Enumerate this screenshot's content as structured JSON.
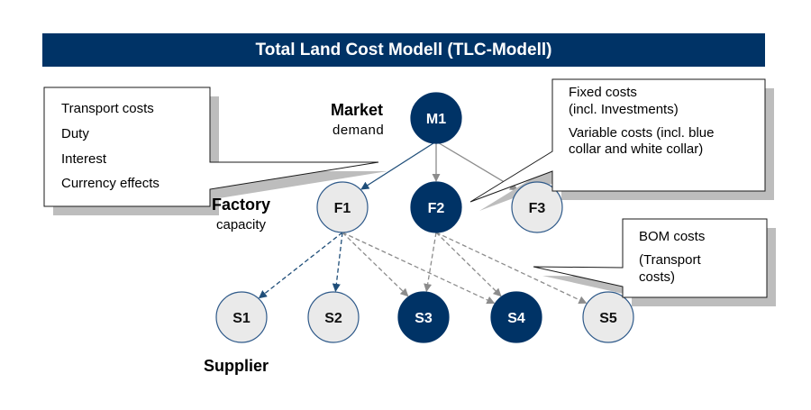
{
  "title": "Total Land Cost Modell (TLC-Modell)",
  "colors": {
    "dark_node": "#003366",
    "light_node": "#eaeaea",
    "node_border": "#2f5a8a",
    "arrow_blue": "#1f4e79",
    "arrow_gray": "#8c8c8c",
    "shadow": "#bdbdbd",
    "title_bg": "#003366"
  },
  "levels": {
    "market": {
      "title": "Market",
      "subtitle": "demand"
    },
    "factory": {
      "title": "Factory",
      "subtitle": "capacity"
    },
    "supplier": {
      "title": "Supplier"
    }
  },
  "nodes": [
    {
      "id": "M1",
      "style": "dark"
    },
    {
      "id": "F1",
      "style": "light"
    },
    {
      "id": "F2",
      "style": "dark"
    },
    {
      "id": "F3",
      "style": "light"
    },
    {
      "id": "S1",
      "style": "light"
    },
    {
      "id": "S2",
      "style": "light"
    },
    {
      "id": "S3",
      "style": "dark"
    },
    {
      "id": "S4",
      "style": "dark"
    },
    {
      "id": "S5",
      "style": "light"
    }
  ],
  "edges": [
    {
      "from": "M1",
      "to": "F1",
      "style": "solid",
      "color": "blue"
    },
    {
      "from": "M1",
      "to": "F2",
      "style": "solid",
      "color": "gray"
    },
    {
      "from": "M1",
      "to": "F3",
      "style": "solid",
      "color": "gray"
    },
    {
      "from": "F1",
      "to": "S1",
      "style": "dashed",
      "color": "blue"
    },
    {
      "from": "F1",
      "to": "S2",
      "style": "dashed",
      "color": "blue"
    },
    {
      "from": "F1",
      "to": "S3",
      "style": "dashed",
      "color": "gray"
    },
    {
      "from": "F1",
      "to": "S4",
      "style": "dashed",
      "color": "gray"
    },
    {
      "from": "F2",
      "to": "S3",
      "style": "dashed",
      "color": "gray"
    },
    {
      "from": "F2",
      "to": "S4",
      "style": "dashed",
      "color": "gray"
    },
    {
      "from": "F2",
      "to": "S5",
      "style": "dashed",
      "color": "gray"
    }
  ],
  "callouts": {
    "transport": {
      "lines": [
        "Transport costs",
        "Duty",
        "Interest",
        "Currency effects"
      ]
    },
    "factory_costs": {
      "lines": [
        "Fixed costs",
        "(incl. Investments)",
        "Variable costs (incl. blue",
        "collar and white collar)"
      ]
    },
    "bom": {
      "lines": [
        "BOM costs",
        "(Transport",
        "costs)"
      ]
    }
  }
}
